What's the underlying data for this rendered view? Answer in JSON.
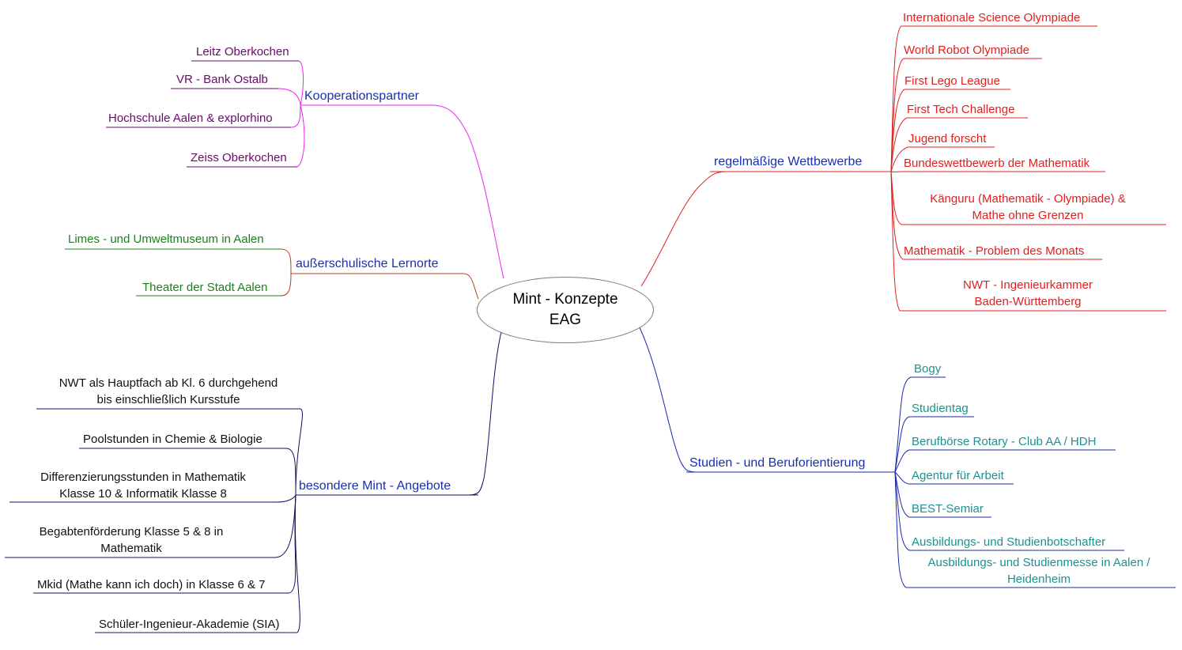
{
  "center": {
    "line1": "Mint - Konzepte",
    "line2": "EAG"
  },
  "colors": {
    "kooperation": "#ee22ee",
    "kooperation_leaf": "#6a0a6a",
    "lernorte_line": "#aa4422",
    "lernorte_leaf": "#1e7f1e",
    "angebote_line": "#101060",
    "angebote_leaf": "#111111",
    "wettbewerbe": "#e02020",
    "studien": "#1a28b0",
    "studien_leaf": "#1e9090",
    "branch_text": "#1a2fb0"
  },
  "branches": {
    "kooperationspartner": {
      "label": "Kooperationspartner",
      "items": [
        "Leitz Oberkochen",
        "VR - Bank Ostalb",
        "Hochschule Aalen & explorhino",
        "Zeiss Oberkochen"
      ]
    },
    "lernorte": {
      "label": "außerschulische Lernorte",
      "items": [
        "Limes - und Umweltmuseum in Aalen",
        "Theater der Stadt Aalen"
      ]
    },
    "angebote": {
      "label": "besondere Mint - Angebote",
      "items": [
        {
          "line1": "NWT als Hauptfach ab Kl. 6 durchgehend",
          "line2": "bis einschließlich Kursstufe"
        },
        {
          "line1": "Poolstunden in Chemie & Biologie"
        },
        {
          "line1": "Differenzierungsstunden in Mathematik",
          "line2": "Klasse 10 & Informatik Klasse 8"
        },
        {
          "line1": "Begabtenförderung Klasse 5 & 8 in",
          "line2": "Mathematik"
        },
        {
          "line1": "Mkid (Mathe kann ich doch) in Klasse 6 & 7"
        },
        {
          "line1": "Schüler-Ingenieur-Akademie (SIA)"
        }
      ]
    },
    "wettbewerbe": {
      "label": "regelmäßige Wettbewerbe",
      "items": [
        {
          "line1": "Internationale Science Olympiade"
        },
        {
          "line1": "World Robot Olympiade"
        },
        {
          "line1": "First Lego League"
        },
        {
          "line1": "First Tech Challenge"
        },
        {
          "line1": "Jugend forscht"
        },
        {
          "line1": "Bundeswettbewerb der Mathematik"
        },
        {
          "line1": "Känguru (Mathematik - Olympiade) &",
          "line2": "Mathe ohne Grenzen"
        },
        {
          "line1": "Mathematik - Problem des Monats"
        },
        {
          "line1": "NWT - Ingenieurkammer",
          "line2": "Baden-Württemberg"
        }
      ]
    },
    "studien": {
      "label": "Studien - und Beruforientierung",
      "items": [
        {
          "line1": "Bogy"
        },
        {
          "line1": "Studientag"
        },
        {
          "line1": "Berufbörse Rotary - Club AA / HDH"
        },
        {
          "line1": "Agentur für Arbeit"
        },
        {
          "line1": "BEST-Semiar"
        },
        {
          "line1": "Ausbildungs- und Studienbotschafter"
        },
        {
          "line1": "Ausbildungs- und Studienmesse in Aalen /",
          "line2": "Heidenheim"
        }
      ]
    }
  }
}
